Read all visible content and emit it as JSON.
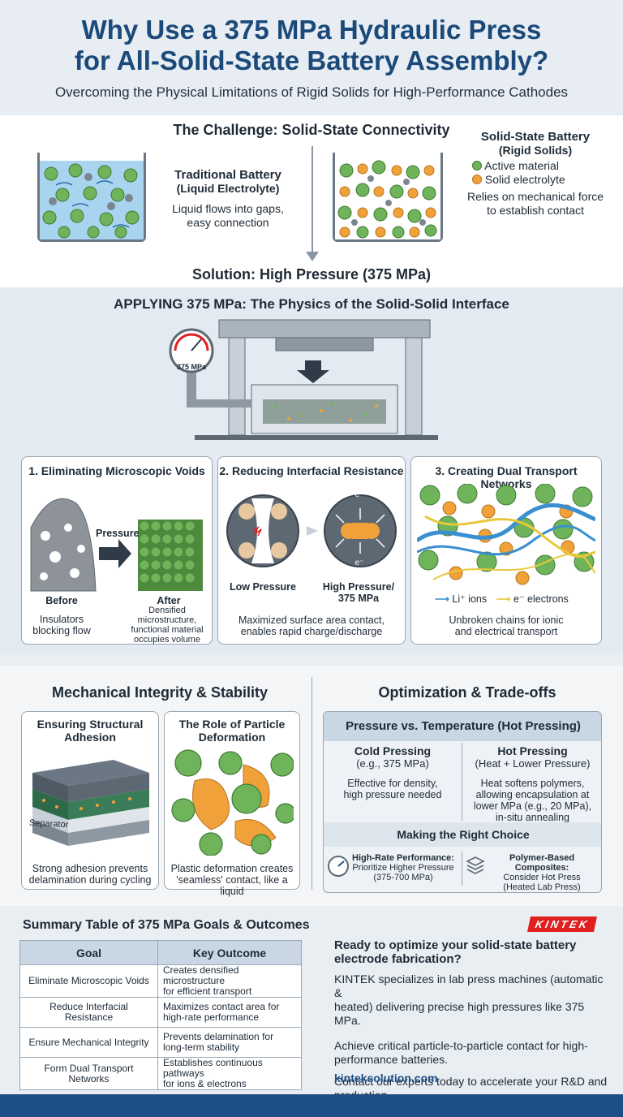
{
  "header": {
    "title_line1": "Why Use a 375 MPa Hydraulic Press",
    "title_line2": "for All-Solid-State Battery Assembly?",
    "subtitle": "Overcoming the Physical Limitations of Rigid Solids for High-Performance Cathodes"
  },
  "challenge": {
    "title": "The Challenge: Solid-State Connectivity",
    "traditional_title_1": "Traditional Battery",
    "traditional_title_2": "(Liquid Electrolyte)",
    "traditional_desc_1": "Liquid flows into gaps,",
    "traditional_desc_2": "easy connection",
    "solid_title_1": "Solid-State Battery",
    "solid_title_2": "(Rigid Solids)",
    "legend_active": "Active material",
    "legend_electrolyte": "Solid electrolyte",
    "solid_desc_1": "Relies on mechanical force",
    "solid_desc_2": "to establish contact",
    "solution": "Solution: High Pressure (375 MPa)"
  },
  "applying": {
    "title": "APPLYING 375 MPa: The Physics of the Solid-Solid Interface",
    "gauge_label": "375 MPa",
    "card1": {
      "title": "1. Eliminating Microscopic Voids",
      "pressure_label": "Pressure",
      "before": "Before",
      "after": "After",
      "before_desc_1": "Insulators",
      "before_desc_2": "blocking flow",
      "after_desc_1": "Densified",
      "after_desc_2": "microstructure,",
      "after_desc_3": "functional material",
      "after_desc_4": "occupies volume"
    },
    "card2": {
      "title": "2. Reducing Interfacial Resistance",
      "low": "Low Pressure",
      "high_1": "High Pressure/",
      "high_2": "375 MPa",
      "electron": "e⁻",
      "desc_1": "Maximized surface area contact,",
      "desc_2": "enables rapid charge/discharge"
    },
    "card3": {
      "title": "3. Creating Dual Transport Networks",
      "legend_ions": "Li⁺ ions",
      "legend_electrons": "e⁻ electrons",
      "desc_1": "Unbroken chains for ionic",
      "desc_2": "and electrical transport"
    }
  },
  "mechanical": {
    "title": "Mechanical Integrity & Stability",
    "card1_title_1": "Ensuring Structural",
    "card1_title_2": "Adhesion",
    "separator": "Separator",
    "card1_desc_1": "Strong adhesion prevents",
    "card1_desc_2": "delamination during cycling",
    "card2_title_1": "The Role of Particle",
    "card2_title_2": "Deformation",
    "card2_desc_1": "Plastic deformation creates",
    "card2_desc_2": "'seamless' contact, like a liquid"
  },
  "optimization": {
    "title": "Optimization & Trade-offs",
    "box_title": "Pressure vs. Temperature (Hot Pressing)",
    "cold_title": "Cold Pressing",
    "cold_sub": "(e.g., 375 MPa)",
    "cold_desc_1": "Effective for density,",
    "cold_desc_2": "high pressure needed",
    "hot_title": "Hot Pressing",
    "hot_sub": "(Heat + Lower Pressure)",
    "hot_desc_1": "Heat softens polymers,",
    "hot_desc_2": "allowing encapsulation at",
    "hot_desc_3": "lower MPa (e.g., 20 MPa),",
    "hot_desc_4": "in-situ annealing",
    "choice_title": "Making the Right Choice",
    "choice1_title": "High-Rate Performance:",
    "choice1_desc_1": "Prioritize Higher Pressure",
    "choice1_desc_2": "(375-700 MPa)",
    "choice2_title": "Polymer-Based Composites:",
    "choice2_desc_1": "Consider Hot Press",
    "choice2_desc_2": "(Heated Lab Press)"
  },
  "summary": {
    "title": "Summary Table of 375 MPa Goals & Outcomes",
    "col_goal": "Goal",
    "col_outcome": "Key Outcome",
    "rows": [
      {
        "goal": "Eliminate Microscopic Voids",
        "outcome_1": "Creates densified microstructure",
        "outcome_2": "for efficient transport"
      },
      {
        "goal": "Reduce Interfacial Resistance",
        "outcome_1": "Maximizes contact area for",
        "outcome_2": "high-rate performance"
      },
      {
        "goal": "Ensure Mechanical Integrity",
        "outcome_1": "Prevents delamination for",
        "outcome_2": "long-term stability"
      },
      {
        "goal": "Form Dual Transport Networks",
        "outcome_1": "Establishes continuous pathways",
        "outcome_2": "for ions & electrons"
      }
    ]
  },
  "cta": {
    "logo": "KINTEK",
    "title_1": "Ready to optimize your solid-state battery",
    "title_2": "electrode fabrication?",
    "p1_1": "KINTEK specializes in lab press machines (automatic &",
    "p1_2": "heated) delivering precise high pressures like 375 MPa.",
    "p2_1": "Achieve critical particle-to-particle contact for high-",
    "p2_2": "performance batteries.",
    "p3_1": "Contact our experts today to accelerate your R&D and",
    "p3_2": "production.",
    "link": "kinteksolution.com"
  },
  "colors": {
    "title_blue": "#1b4a7a",
    "active_green": "#6fb45a",
    "electrolyte_orange": "#f0a13a",
    "ion_blue": "#3a8fd0",
    "electron_yellow": "#e8c83a",
    "footer_blue": "#1d4f86",
    "brand_red": "#e0201f"
  }
}
